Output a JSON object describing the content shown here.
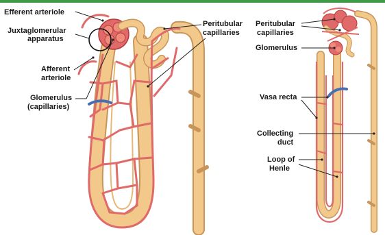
{
  "colors": {
    "header_bar": "#3f9b45",
    "tubule_fill": "#f2c98a",
    "tubule_edge": "#c8945a",
    "capillary": "#e06a6a",
    "capillary_edge": "#b53b3b",
    "vein_blue": "#4a6fb0"
  },
  "left_panel": {
    "labels": {
      "efferent_arteriole": "Efferent arteriole",
      "juxtaglomerular_1": "Juxtaglomerular",
      "juxtaglomerular_2": "apparatus",
      "afferent_1": "Afferent",
      "afferent_2": "arteriole",
      "glomerulus_1": "Glomerulus",
      "glomerulus_2": "(capillaries)",
      "peritubular_1": "Peritubular",
      "peritubular_2": "capillaries"
    }
  },
  "right_panel": {
    "labels": {
      "peritubular_1": "Peritubular",
      "peritubular_2": "capillaries",
      "glomerulus": "Glomerulus",
      "vasa_recta": "Vasa recta",
      "collecting_1": "Collecting",
      "collecting_2": "duct",
      "loop_1": "Loop of",
      "loop_2": "Henle"
    }
  }
}
